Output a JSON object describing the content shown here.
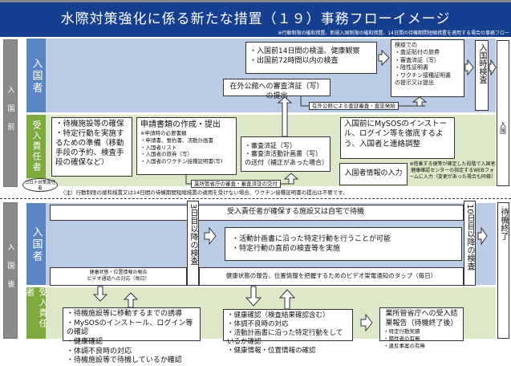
{
  "header": {
    "title": "水際対策強化に係る新たな措置（１９）事務フローイメージ",
    "note": "※行動制限の緩和措置、新規入国制限の緩和措置、14日間の待機期間短縮措置を適用する場合の事務フロー"
  },
  "before": {
    "phase_label": "入国前",
    "entrant_label": "入国者",
    "sponsor_label": "受入責任者",
    "pre_check": [
      "・入国前14日間の検温、健康観察",
      "・出国前72時間以内の検査"
    ],
    "quarantine": {
      "title": "検疫での",
      "items": [
        "・査証貼付の旅券",
        "・審査済証（写）",
        "・陰性証明書",
        "・ワクチン接種証明書"
      ],
      "tail": "の提示又は提出"
    },
    "entry_test": "入国時検査",
    "entry": "入国",
    "embassy_submit": "在外公館への審査済証（写）の提出",
    "embassy_visa": "在外公館による査証審査・査証発給",
    "prep": [
      "・待機施設等の確保",
      "・特定行動を実施するための準備（移動手段の予約、検査手段の確保など）"
    ],
    "application": {
      "title": "申請書類の作成・提出",
      "sub": "※申請時の必要書類",
      "items": [
        "・申請書、誓約書、活動計画書",
        "・入国者リスト",
        "・入国者の旅券（写）",
        "・入国者のワクチン接種証明書(写)"
      ]
    },
    "send": [
      "・審査済証（写）",
      "・審査済活動計画書（写）の送付（補正があった場合）"
    ],
    "mysos": "入国前にMySOSのインストール、ログイン等を徹底するよう、入国者と連絡調整",
    "info_input": "入国者情報の入力",
    "info_note": "※搭乗する便等が確定した段階で入国者健康確認センターの指定するWEBフォームに入力（変更があった場合も同様）",
    "ministry": "業所管省庁の審査・審査済証の交付",
    "badge": "コロナ対策責任者",
    "footnote": "（注）行動制限の緩和措置又は14日間の待機期間短縮措置の適用を受けない場合、ワクチン接種証明書の提出は不要です。"
  },
  "after": {
    "phase_label": "入国後",
    "entrant_label": "入国者",
    "sponsor_label": "受入責任者",
    "wait": "受入責任者が確保する施設又は自宅で待機",
    "day3": "3日目以降の検査",
    "day10": "10日目以降の検査",
    "activity": [
      "・活動計画書に沿った特定行動を行うことが可能",
      "・特定行動の直前の検査等を実施"
    ],
    "report_small": [
      "健康状態・位置情報の報告",
      "ビデオ通話への対応（毎日）"
    ],
    "report_wide": "健康状態の報告、位置情報を把握するためのビデオ架電通知のタップ（毎日）",
    "end": "待機終了",
    "guide": [
      "・待機施設等に移動するまでの誘導",
      "・MySOSのインストール、ログイン等の確認",
      "・健康確認",
      "・体調不良時の対応",
      "・待機施設等で待機しているか確認"
    ],
    "health": [
      "・健康確認（検査結果確認含む）",
      "・体調不良時の対応",
      "・活動計画書に沿った特定行動をしているか確認",
      "・健康情報・位置情報の確認"
    ],
    "result": {
      "title": "業所管省庁への受入結果報告（待機終了後）",
      "items": [
        "・特定行動実績",
        "・陽性者の有無",
        "・違反事案の有無"
      ]
    }
  }
}
